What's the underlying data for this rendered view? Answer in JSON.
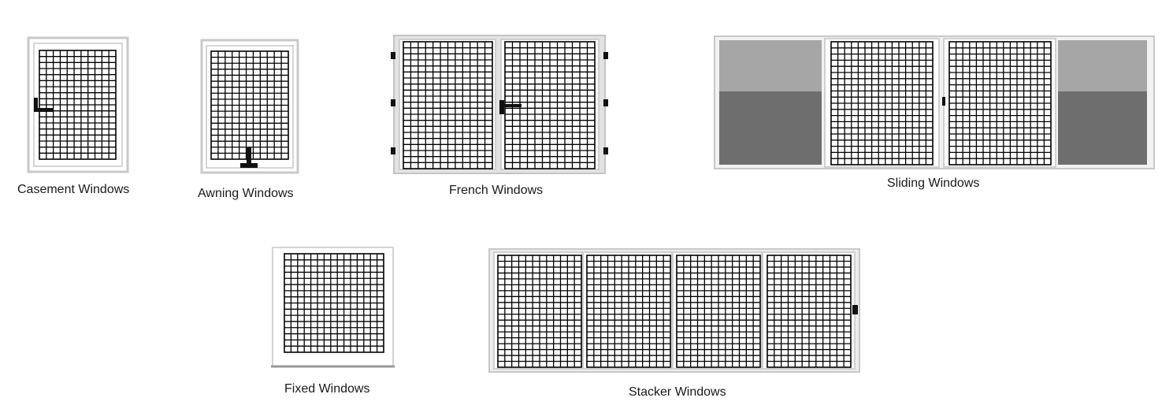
{
  "windows": [
    {
      "id": "casement",
      "label": "Casement Windows"
    },
    {
      "id": "awning",
      "label": "Awning Windows"
    },
    {
      "id": "french",
      "label": "French Windows"
    },
    {
      "id": "sliding",
      "label": "Sliding Windows"
    },
    {
      "id": "fixed",
      "label": "Fixed Windows"
    },
    {
      "id": "stacker",
      "label": "Stacker Windows"
    }
  ],
  "colors": {
    "frame": "#d6d6d6",
    "frame_edge": "#b8b8b8",
    "mesh": "#000000",
    "handle": "#111111",
    "glass_top": "#a6a6a6",
    "glass_bottom": "#6e6e6e"
  }
}
